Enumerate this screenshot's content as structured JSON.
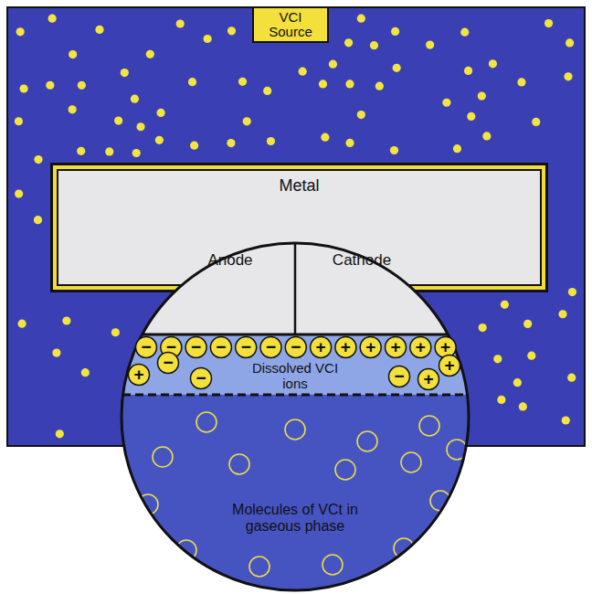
{
  "diagram": {
    "nodes": [
      {
        "text": [
          "VCI Source"
        ]
      },
      {
        "text": [
          "Metal"
        ]
      },
      {
        "text": [
          "Anode"
        ],
        "in": 1
      },
      {
        "text": [
          "Cathode"
        ],
        "in": 1
      },
      {
        "text": [
          "Dissolved VCI ions"
        ]
      },
      {
        "text": [
          "Molecules of VCt in gaseous phase"
        ]
      }
    ],
    "labels": [
      "−",
      "−",
      "−",
      "−",
      "−",
      "−",
      "−",
      "+",
      "+",
      "+",
      "+",
      "+",
      "+",
      "+",
      "−",
      "−",
      "−",
      "+",
      "+"
    ]
  }
}
